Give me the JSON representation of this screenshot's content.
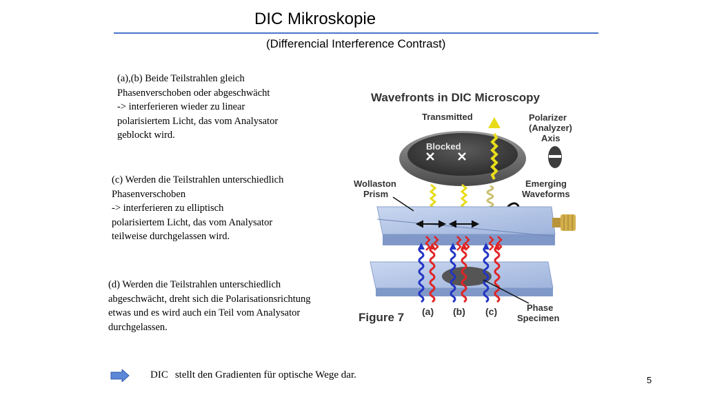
{
  "header": {
    "title": "DIC Mikroskopie",
    "subtitle": "(Differencial Interference Contrast)"
  },
  "paragraphs": {
    "ab": [
      "(a),(b) Beide Teilstrahlen gleich",
      "Phasenverschoben oder abgeschwächt",
      "-> interferieren wieder zu linear",
      "polarisiertem Licht, das vom Analysator",
      "geblockt wird."
    ],
    "c": [
      "(c) Werden die Teilstrahlen unterschiedlich",
      "Phasenverschoben",
      "-> interferieren zu elliptisch",
      "polarisiertem Licht, das vom Analysator",
      "teilweise durchgelassen wird."
    ],
    "d": [
      "(d) Werden die Teilstrahlen unterschiedlich",
      "abgeschwächt, dreht sich die Polarisationsrichtung",
      "etwas und es wird auch ein Teil vom Analysator",
      "durchgelassen."
    ]
  },
  "figure": {
    "title": "Wavefronts in DIC Microscopy",
    "transmitted": "Transmitted",
    "blocked": "Blocked",
    "polarizer": [
      "Polarizer",
      "(Analyzer)",
      "Axis"
    ],
    "wollaston": [
      "Wollaston",
      "Prism"
    ],
    "emerging": [
      "Emerging",
      "Waveforms"
    ],
    "figure_label": "Figure 7",
    "labels": [
      "(a)",
      "(b)",
      "(c)"
    ],
    "phase": [
      "Phase",
      "Specimen"
    ]
  },
  "footer": {
    "dic_label": "DIC",
    "statement": "stellt den Gradienten für optische Wege dar.",
    "page_number": "5"
  },
  "colors": {
    "title_rule": "#4a74c9",
    "arrow_fill": "#5b87d6",
    "wave_yellow": "#e8dc1a",
    "wave_red": "#e02424",
    "wave_blue": "#2234c4"
  },
  "icons": {
    "bullet_arrow": "right-arrow-icon"
  }
}
